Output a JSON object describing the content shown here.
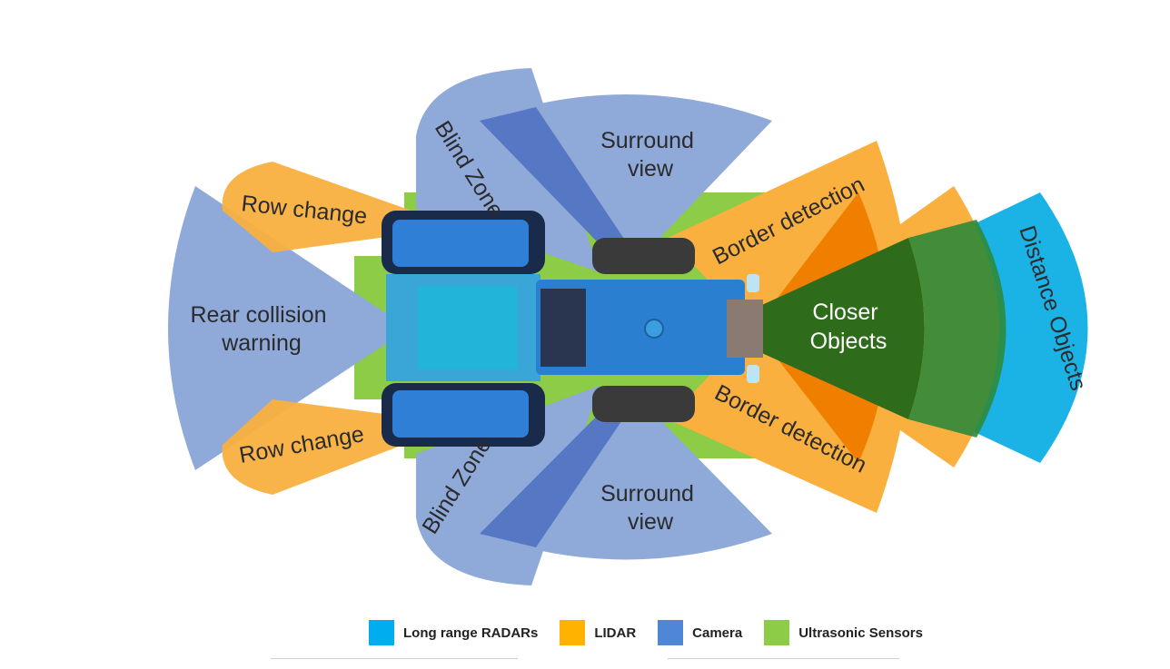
{
  "labels": {
    "rear_collision": [
      "Rear collision",
      "warning"
    ],
    "row_change_top": "Row change",
    "row_change_bottom": "Row change",
    "blind_zone_top": "Blind Zone",
    "blind_zone_bottom": "Blind Zone",
    "surround_view_top": [
      "Surround",
      "view"
    ],
    "surround_view_bottom": [
      "Surround",
      "view"
    ],
    "border_detection_top": "Border detection",
    "border_detection_bottom": "Border detection",
    "closer_objects": [
      "Closer",
      "Objects"
    ],
    "distance_objects": "Distance Objects"
  },
  "legend": [
    {
      "label": "Long range RADARs",
      "color": "#00aeef"
    },
    {
      "label": "LIDAR",
      "color": "#ffb300"
    },
    {
      "label": "Camera",
      "color": "#4f86d6"
    },
    {
      "label": "Ultrasonic Sensors",
      "color": "#8ccc46"
    }
  ],
  "colors": {
    "camera": "#8fa9d9",
    "camera_dark": "#4c6fbf",
    "lidar": "#f9b03f",
    "lidar_dark": "#f07f00",
    "radar": "#1bb2e6",
    "ultrasonic": "#8ccc46",
    "near_field": "#2e6b1a"
  }
}
